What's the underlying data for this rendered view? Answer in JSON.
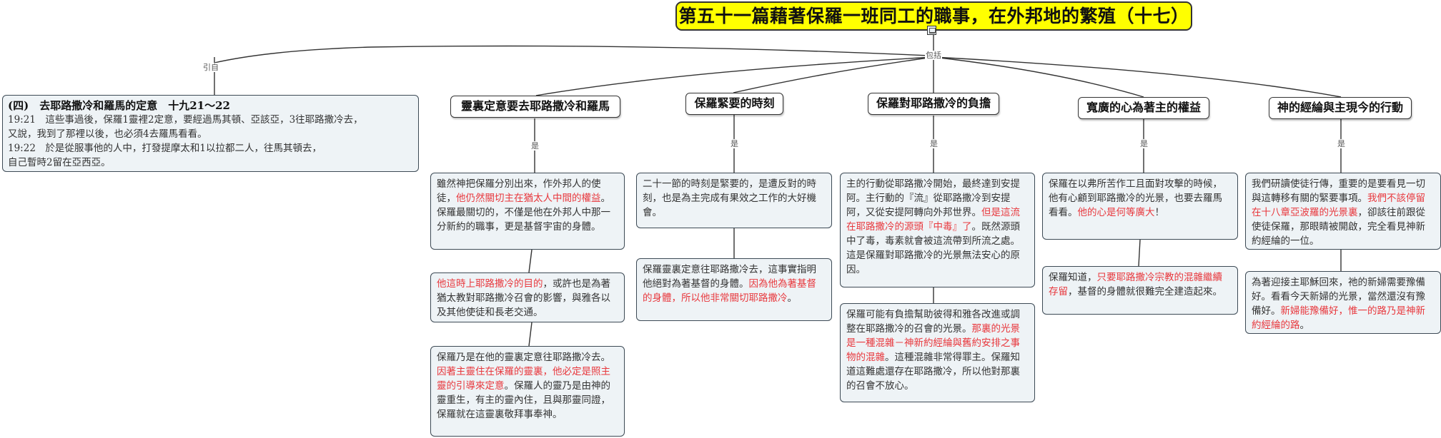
{
  "title": "第五十一篇藉著保羅一班同工的職事，在外邦地的繁殖（十七）",
  "labels": {
    "cite": "引自",
    "include": "包括",
    "is": "是"
  },
  "ref": {
    "heading": "(四)　去耶路撒冷和羅馬的定意　十九21～22",
    "lines": [
      "19:21　這些事過後，保羅1靈裡2定意，要經過馬其頓、亞該亞，3往耶路撒冷去，",
      "又說，我到了那裡以後，也必須4去羅馬看看。",
      "19:22　於是從服事他的人中，打發提摩太和1以拉都二人，往馬其頓去，",
      "自己暫時2留在亞西亞。"
    ]
  },
  "topics": [
    {
      "label": "靈裏定意要去耶路撒冷和羅馬",
      "notes": [
        [
          "雖然神把保羅分別出來，作外邦人的使徒，",
          {
            "r": "他仍然關切主在猶太人中間的權益"
          },
          "。保羅最關切的，不僅是他在外邦人中那一分新約的職事，更是基督宇宙的身體。"
        ],
        [
          {
            "r": "他這時上耶路撒冷的目的"
          },
          "，或許也是為著猶太教對耶路撒冷召會的影響，與雅各以及其他使徒和長老交通。"
        ],
        [
          "保羅乃是在他的靈裏定意往耶路撒冷去。",
          {
            "r": "因著主靈住在保羅的靈裏，他必定是照主靈的引導來定意"
          },
          "。保羅人的靈乃是由神的靈重生，有主的靈內住，且與那靈同證，保羅就在這靈裏敬拜事奉神。"
        ]
      ]
    },
    {
      "label": "保羅緊要的時刻",
      "notes": [
        [
          "二十一節的時刻是緊要的，是遭反對的時刻，也是為主完成有果效之工作的大好機會。"
        ],
        [
          "保羅靈裏定意往耶路撒冷去，這事實指明他絕對為著基督的身體。",
          {
            "r": "因為他為著基督的身體，所以他非常關切耶路撒冷"
          },
          "。"
        ]
      ]
    },
    {
      "label": "保羅對耶路撒冷的負擔",
      "notes": [
        [
          "主的行動從耶路撒冷開始，最終達到安提阿。主行動的『流』從耶路撒冷到安提阿，又從安提阿轉向外邦世界。",
          {
            "r": "但是這流在耶路撒冷的源頭『中毒』了"
          },
          "。既然源頭中了毒，毒素就會被這流帶到所流之處。這是保羅對耶路撒冷的光景無法安心的原因。"
        ],
        [
          "保羅可能有負擔幫助彼得和雅各改進或調整在耶路撒冷的召會的光景。",
          {
            "r": "那裏的光景是一種混雜－神新約經綸與舊約安排之事物的混雜"
          },
          "。這種混雜非常得罪主。保羅知道這難處還存在耶路撒冷，所以他對那裏的召會不放心。"
        ]
      ]
    },
    {
      "label": "寬廣的心為著主的權益",
      "notes": [
        [
          "保羅在以弗所苦作工且面對攻擊的時候，他有心顧到耶路撒冷的光景，也要去羅馬看看。",
          {
            "r": "他的心是何等廣大"
          },
          "！"
        ],
        [
          "保羅知道，",
          {
            "r": "只要耶路撒冷宗教的混雜繼續存留"
          },
          "，基督的身體就很難完全建造起來。"
        ]
      ]
    },
    {
      "label": "神的經綸與主現今的行動",
      "notes": [
        [
          "我們研讀使徒行傳，重要的是要看見一切與這轉移有關的緊要事項。",
          {
            "r": "我們不該停留在十八章亞波羅的光景裏"
          },
          "，卻該往前跟從使徒保羅，那眼睛被開啟，完全看見神新約經綸的一位。"
        ],
        [
          "為著迎接主耶穌回來，祂的新婦需要豫備好。看看今天新婦的光景，當然還沒有豫備好。",
          {
            "r": "新婦能豫備好，惟一的路乃是神新約經綸的路"
          },
          "。"
        ]
      ]
    }
  ]
}
